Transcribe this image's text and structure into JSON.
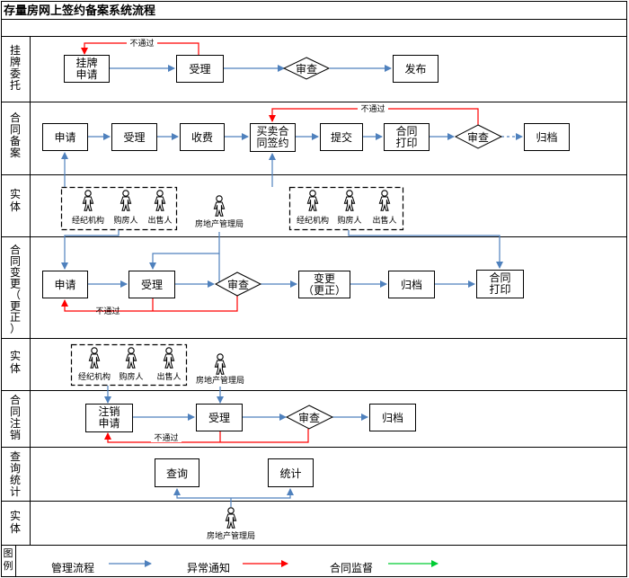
{
  "title": "存量房网上签约备案系统流程",
  "lanes": [
    {
      "label": [
        "挂",
        "牌",
        "委",
        "托"
      ]
    },
    {
      "label": [
        "合",
        "同",
        "备",
        "案"
      ]
    },
    {
      "label": [
        "实",
        "体"
      ]
    },
    {
      "label": [
        "合",
        "同",
        "变",
        "更",
        "（",
        "更",
        "正",
        "）"
      ]
    },
    {
      "label": [
        "实",
        "体"
      ]
    },
    {
      "label": [
        "合",
        "同",
        "注",
        "销"
      ]
    },
    {
      "label": [
        "查",
        "询",
        "统",
        "计"
      ]
    },
    {
      "label": [
        "实",
        "体"
      ]
    }
  ],
  "legend": {
    "label": [
      "图",
      "例"
    ],
    "items": [
      {
        "label": "管理流程",
        "color": "#4f81bd"
      },
      {
        "label": "异常通知",
        "color": "#ff0000"
      },
      {
        "label": "合同监督",
        "color": "#00cc33"
      }
    ]
  },
  "nodes": {
    "guapai_apply": [
      "挂牌",
      "申请"
    ],
    "guapai_accept": "受理",
    "guapai_review": "审查",
    "guapai_publish": "发布",
    "ba_apply": "申请",
    "ba_accept": "受理",
    "ba_fee": "收费",
    "ba_sign": [
      "买卖合",
      "同签约"
    ],
    "ba_submit": "提交",
    "ba_print": [
      "合同",
      "打印"
    ],
    "ba_review": "审查",
    "ba_archive": "归档",
    "bg_apply": "申请",
    "bg_accept": "受理",
    "bg_review": "审查",
    "bg_change": [
      "变更",
      "（更正）"
    ],
    "bg_archive": "归档",
    "bg_print": [
      "合同",
      "打印"
    ],
    "zx_apply": [
      "注销",
      "申请"
    ],
    "zx_accept": "受理",
    "zx_review": "审查",
    "zx_archive": "归档",
    "cx_query": "查询",
    "cx_stats": "统计"
  },
  "actors": {
    "agency": "经纪机构",
    "buyer": "购房人",
    "seller": "出售人",
    "bureau": "房地产管理局"
  },
  "reject_label": "不通过"
}
